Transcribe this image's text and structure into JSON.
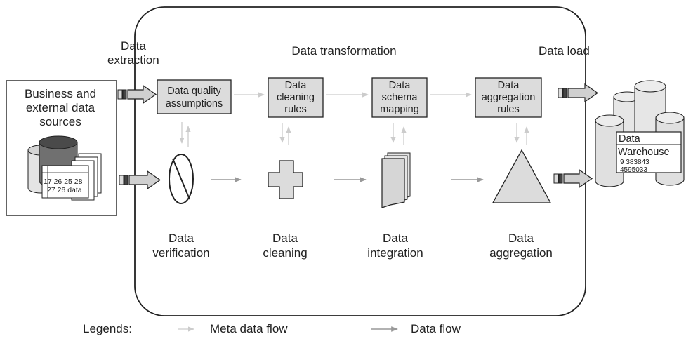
{
  "diagram": {
    "source_box": {
      "lines": [
        "Business and",
        "external data",
        "sources"
      ]
    },
    "cylinder_numbers": [
      "17 26 25 28",
      "27 26 data"
    ],
    "extraction_label": [
      "Data",
      "extraction"
    ],
    "transformation_label": "Data transformation",
    "load_label": "Data load",
    "boxes": [
      {
        "lines": [
          "Data quality",
          "assumptions"
        ]
      },
      {
        "lines": [
          "Data",
          "cleaning",
          "rules"
        ]
      },
      {
        "lines": [
          "Data",
          "schema",
          "mapping"
        ]
      },
      {
        "lines": [
          "Data",
          "aggregation",
          "rules"
        ]
      }
    ],
    "steps": [
      {
        "lines": [
          "Data",
          "verification"
        ]
      },
      {
        "lines": [
          "Data",
          "cleaning"
        ]
      },
      {
        "lines": [
          "Data",
          "integration"
        ]
      },
      {
        "lines": [
          "Data",
          "aggregation"
        ]
      }
    ],
    "warehouse": {
      "title": "Data",
      "subtitle": "Warehouse",
      "numbers": [
        "9 383843",
        "4595033"
      ]
    },
    "legend": {
      "title": "Legends:",
      "meta": "Meta data flow",
      "data": "Data flow"
    }
  }
}
